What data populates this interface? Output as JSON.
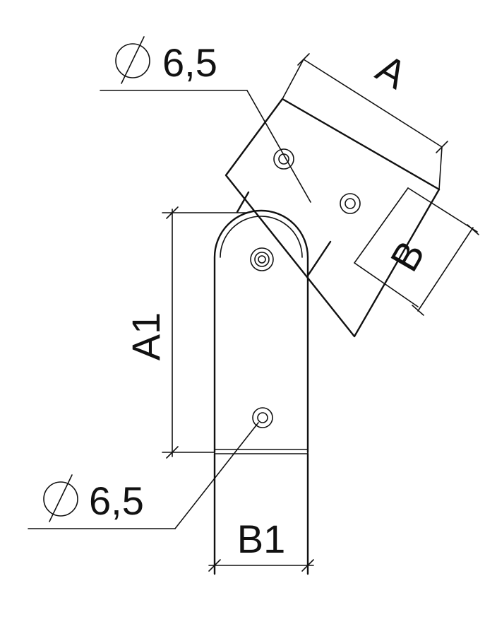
{
  "diagram": {
    "hole_top": {
      "symbol": "⌀",
      "value": "6,5"
    },
    "hole_bottom": {
      "symbol": "⌀",
      "value": "6,5"
    },
    "dim_a": "A",
    "dim_b": "B",
    "dim_a1": "A1",
    "dim_b1": "B1"
  },
  "colors": {
    "line": "#111111",
    "background": "#ffffff"
  }
}
